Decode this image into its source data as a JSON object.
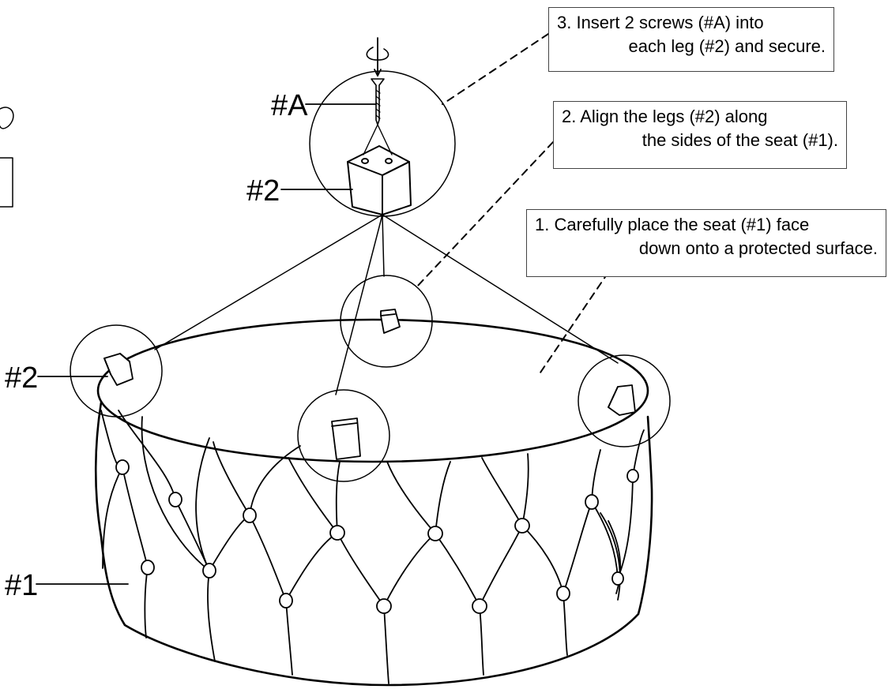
{
  "labels": {
    "part_screw": "#A",
    "part_leg_top": "#2",
    "part_leg_left": "#2",
    "part_seat": "#1"
  },
  "steps": [
    {
      "line1": "3. Insert 2 screws (#A) into",
      "line2": "each leg (#2) and secure."
    },
    {
      "line1": "2. Align the legs (#2) along",
      "line2": "the sides of the seat (#1)."
    },
    {
      "line1": "1. Carefully place the seat (#1) face",
      "line2": "down onto a protected surface."
    }
  ],
  "colors": {
    "line": "#000000",
    "paper": "#ffffff",
    "box_border": "#444444"
  }
}
